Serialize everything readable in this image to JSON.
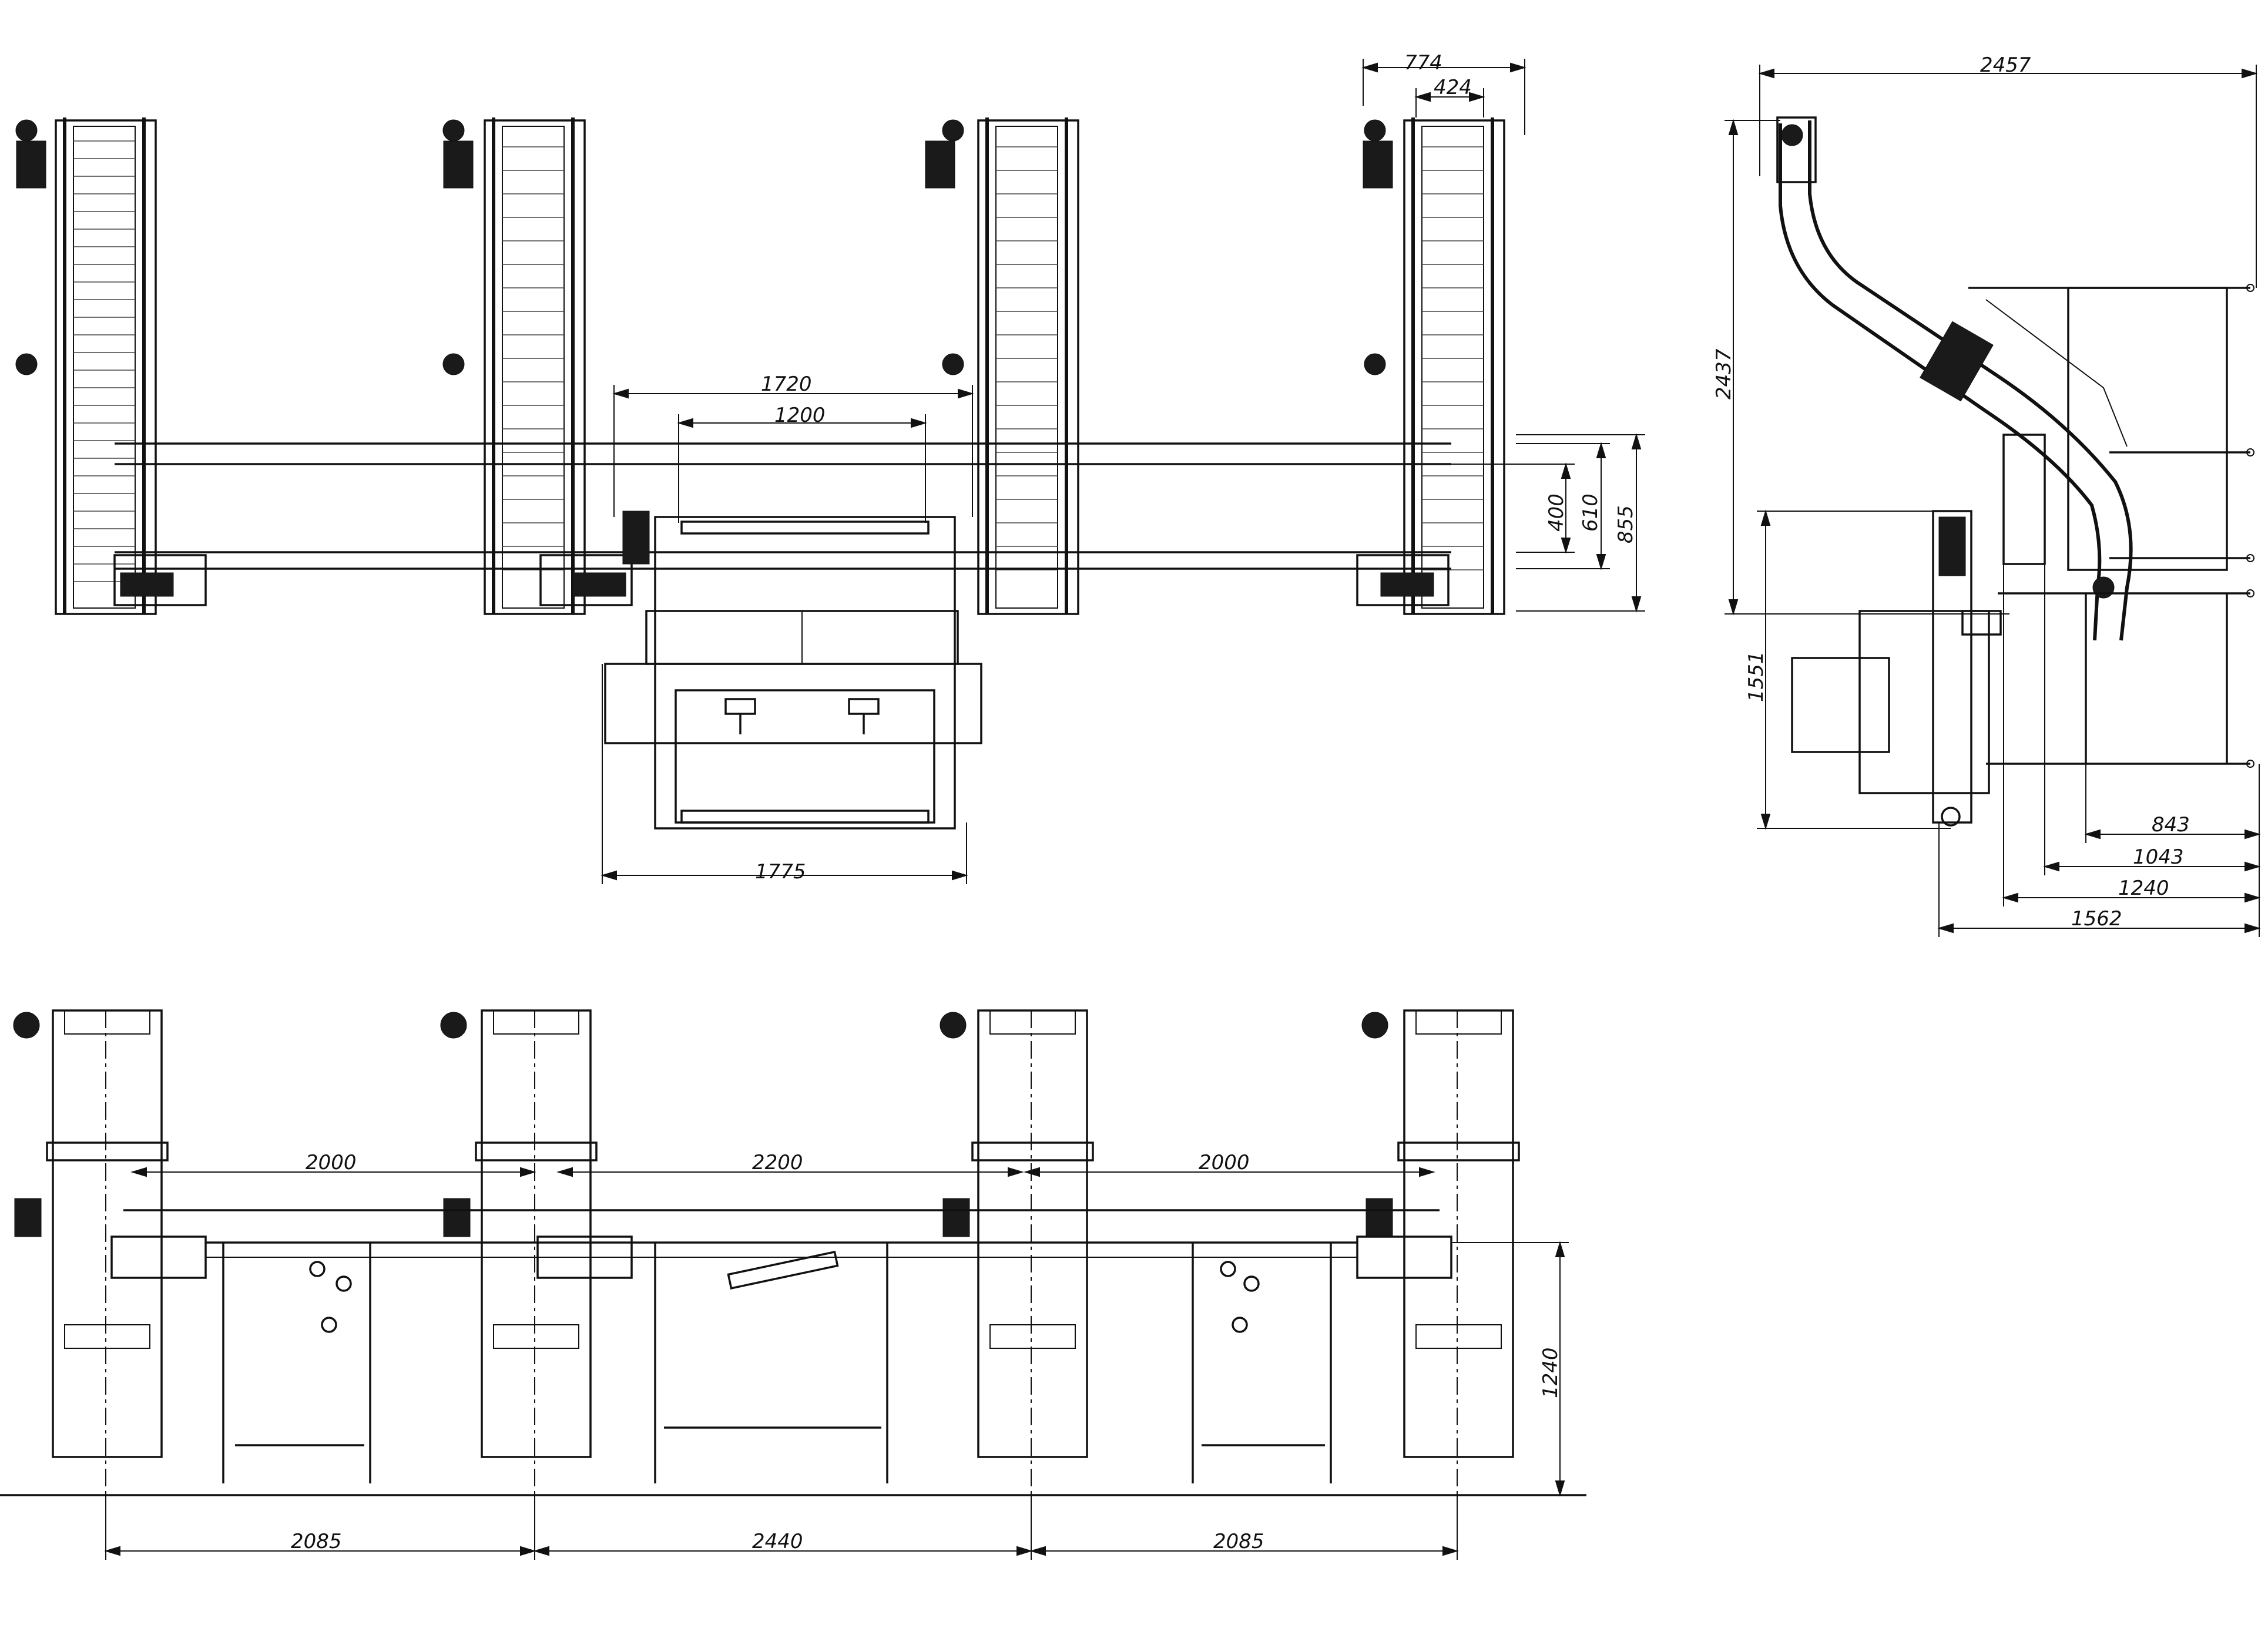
{
  "colors": {
    "line": "#111111",
    "background": "#ffffff",
    "fill_dark": "#1a1a1a"
  },
  "plan_view": {
    "dim_774": "774",
    "dim_424": "424",
    "dim_1720": "1720",
    "dim_1200": "1200",
    "dim_1775": "1775",
    "dim_400": "400",
    "dim_610": "610",
    "dim_855": "855"
  },
  "side_view": {
    "dim_2457": "2457",
    "dim_2437": "2437",
    "dim_1551": "1551",
    "dim_843": "843",
    "dim_1043": "1043",
    "dim_1240": "1240",
    "dim_1562": "1562"
  },
  "front_view": {
    "dim_2000_left": "2000",
    "dim_2200": "2200",
    "dim_2000_right": "2000",
    "dim_1240_height": "1240",
    "dim_2085_left": "2085",
    "dim_2440": "2440",
    "dim_2085_right": "2085"
  }
}
